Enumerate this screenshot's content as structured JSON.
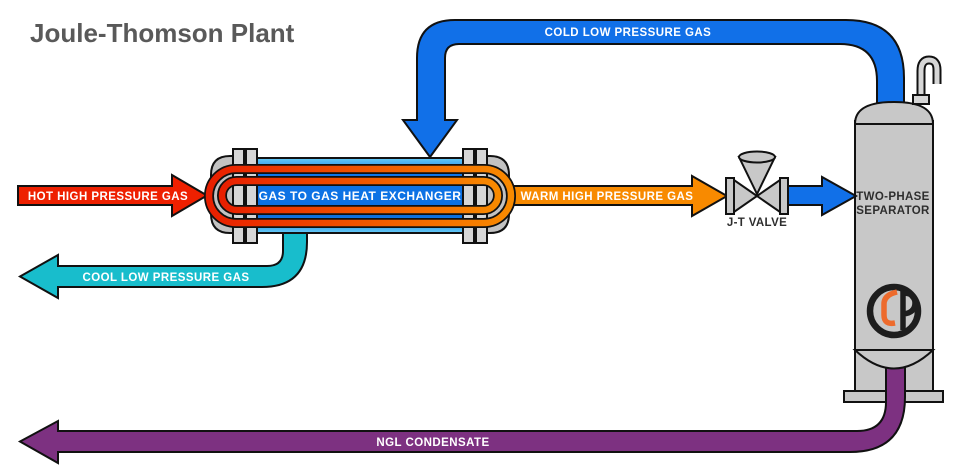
{
  "title": {
    "text": "Joule-Thomson Plant",
    "color": "#595959"
  },
  "flows": {
    "hot": {
      "label": "HOT HIGH PRESSURE GAS",
      "color": "#EE2000"
    },
    "warm": {
      "label": "WARM HIGH PRESSURE GAS",
      "color": "#F88A00"
    },
    "cold": {
      "label": "COLD LOW PRESSURE GAS",
      "color": "#1170E8"
    },
    "cool": {
      "label": "COOL LOW PRESSURE GAS",
      "color": "#18BDCC"
    },
    "ngl": {
      "label": "NGL CONDENSATE",
      "color": "#7D3181"
    }
  },
  "equipment": {
    "exchanger": {
      "label": "GAS TO GAS HEAT EXCHANGER",
      "body_color": "#0E74E8",
      "body_highlight": "#66CBF5",
      "tube_gradient": [
        "#E81F00",
        "#F88A00"
      ],
      "shell_color": "#C2C2C2"
    },
    "valve": {
      "label": "J-T VALVE",
      "color": "#C8C8C8"
    },
    "separator": {
      "label_line1": "TWO-PHASE",
      "label_line2": "SEPARATOR",
      "color": "#C8C8C8",
      "logo": {
        "ring_color": "#1D1D1D",
        "accent_color": "#ED6B2D"
      }
    }
  }
}
